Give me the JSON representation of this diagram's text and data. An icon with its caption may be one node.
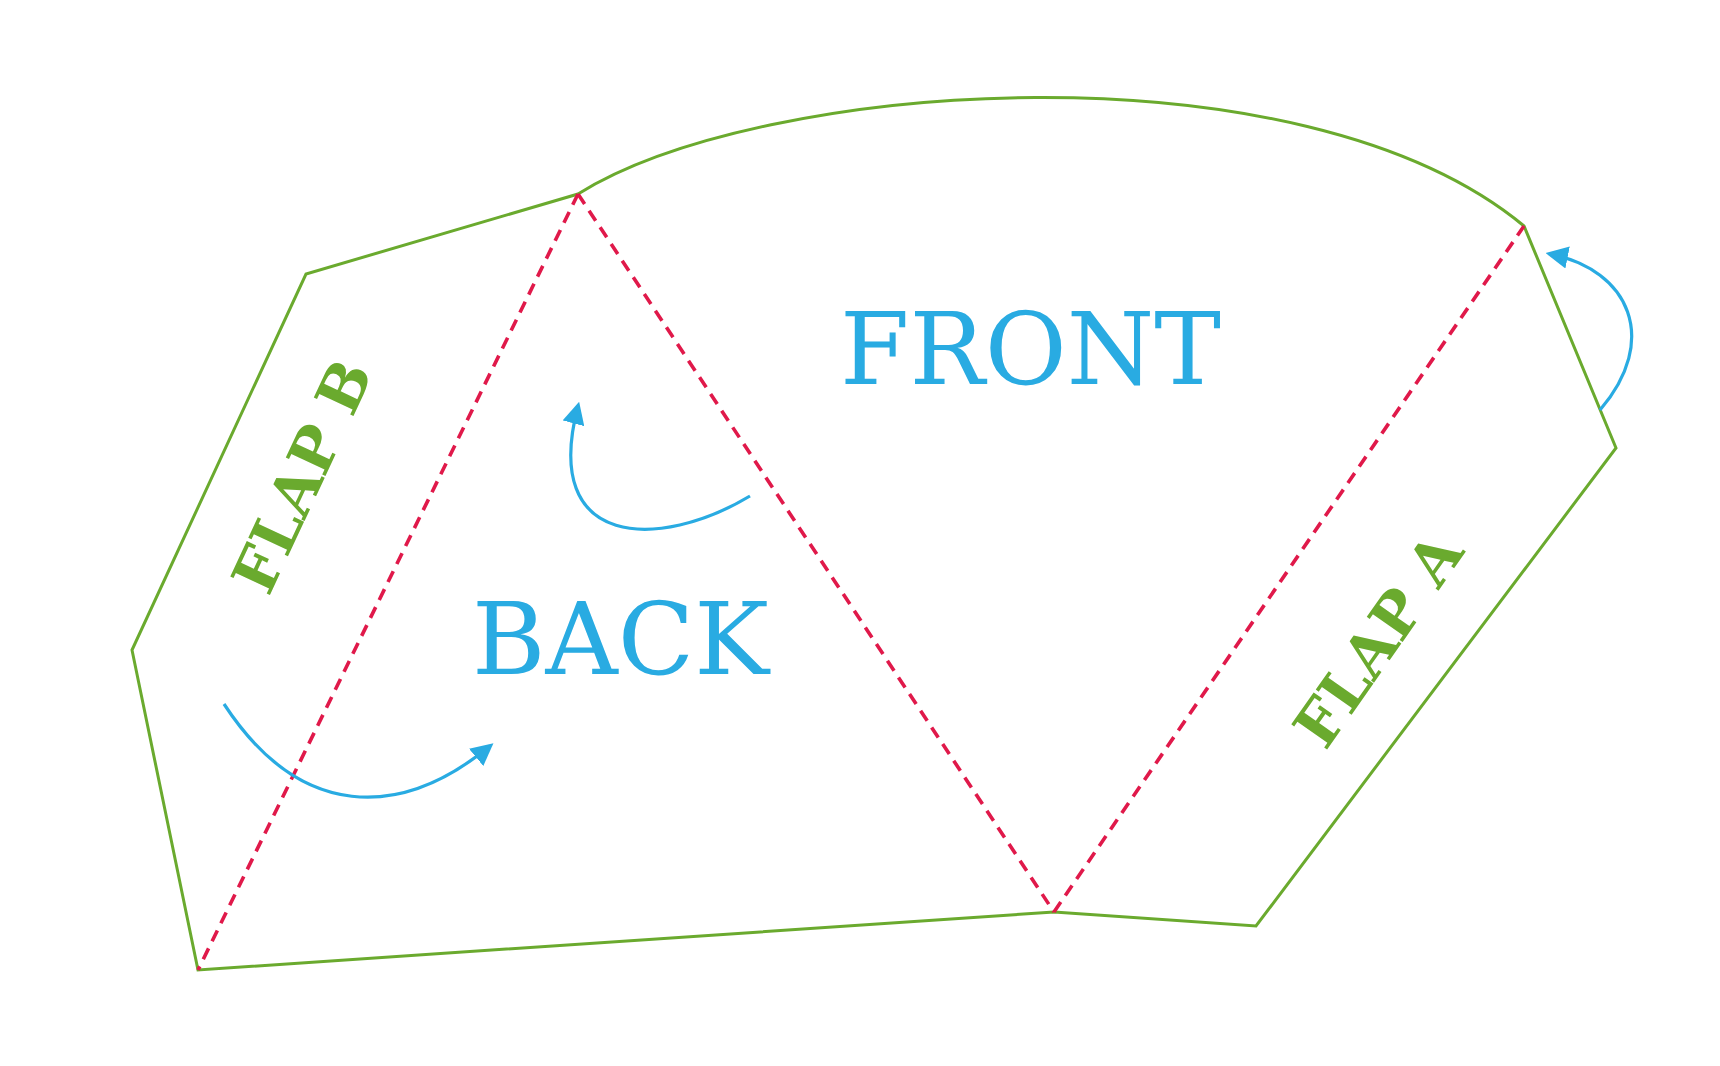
{
  "diagram": {
    "labels": [
      "FLAP B",
      "FRONT",
      "BACK",
      "FLAP A"
    ]
  }
}
